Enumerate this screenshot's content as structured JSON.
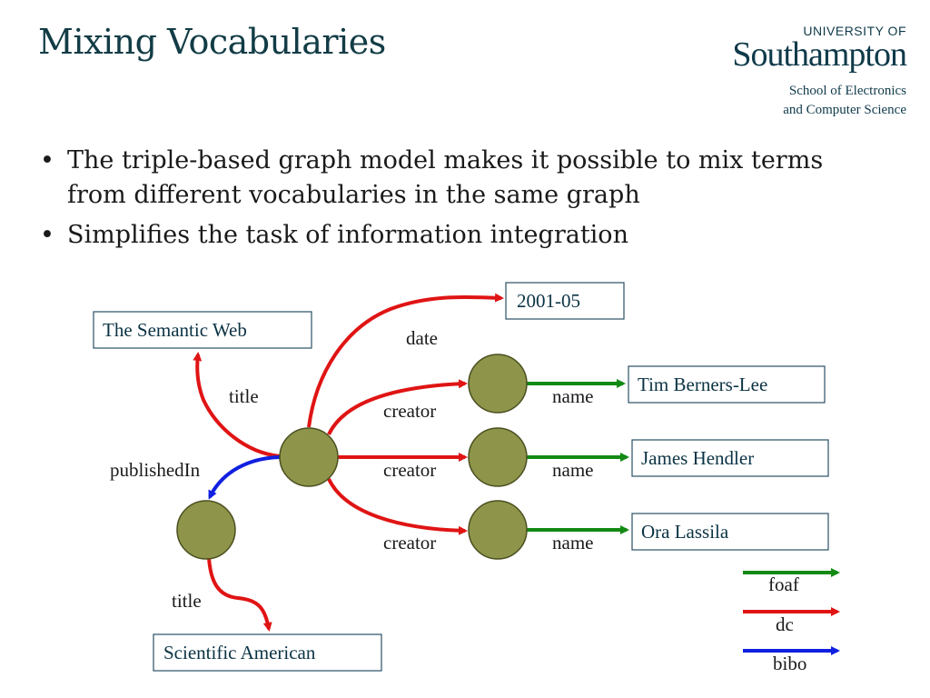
{
  "slide": {
    "title": "Mixing Vocabularies",
    "bullets": [
      "The triple-based graph model makes it possible to mix terms from different vocabularies in the same graph",
      "Simplifies the task of information integration"
    ]
  },
  "logo": {
    "university": "UNIVERSITY OF",
    "name": "Southampton",
    "dept_line1": "School of Electronics",
    "dept_line2": "and Computer Science"
  },
  "diagram": {
    "literals": {
      "title_literal": "The Semantic Web",
      "date_literal": "2001-05",
      "creator1_name": "Tim Berners-Lee",
      "creator2_name": "James Hendler",
      "creator3_name": "Ora Lassila",
      "journal_title": "Scientific American"
    },
    "edges": {
      "title": "title",
      "date": "date",
      "creator1": "creator",
      "creator2": "creator",
      "creator3": "creator",
      "name1": "name",
      "name2": "name",
      "name3": "name",
      "publishedIn": "publishedIn",
      "journal_title": "title"
    },
    "colors": {
      "node_fill": "#8e944a",
      "node_stroke": "#4a4f1f",
      "foaf": "#138a13",
      "dc": "#e01414",
      "bibo": "#1020e0",
      "box_border": "#2a4f63"
    },
    "legend": [
      {
        "label": "foaf",
        "color": "#138a13"
      },
      {
        "label": "dc",
        "color": "#e01414"
      },
      {
        "label": "bibo",
        "color": "#1020e0"
      }
    ]
  }
}
